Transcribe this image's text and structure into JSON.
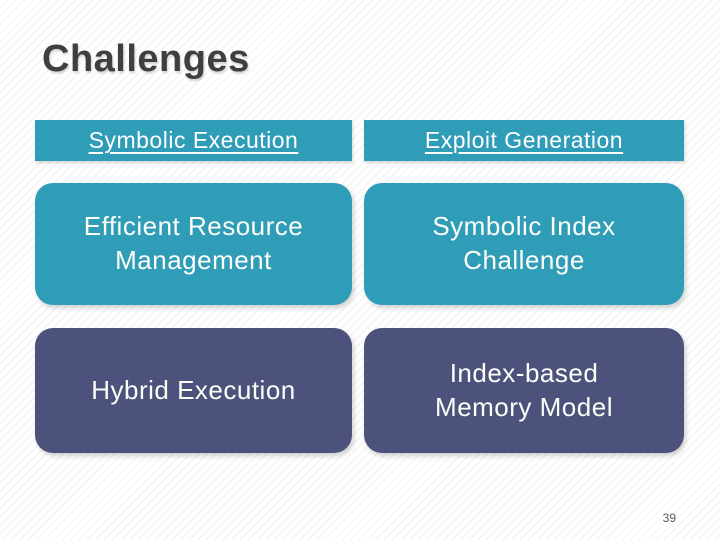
{
  "slide": {
    "title": "Challenges",
    "page_number": "39",
    "colors": {
      "teal": "#2f9cb8",
      "dark_slate": "#4c527c",
      "title_text": "#3f3f3f",
      "box_text": "#ffffff",
      "background": "#ffffff"
    },
    "columns": [
      {
        "header": "Symbolic Execution",
        "items": [
          {
            "label": "Efficient Resource Management",
            "style": "teal"
          },
          {
            "label": "Hybrid Execution",
            "style": "dark"
          }
        ]
      },
      {
        "header": "Exploit Generation",
        "items": [
          {
            "label": "Symbolic Index Challenge",
            "style": "teal"
          },
          {
            "label": "Index-based Memory Model",
            "style": "dark"
          }
        ]
      }
    ]
  }
}
